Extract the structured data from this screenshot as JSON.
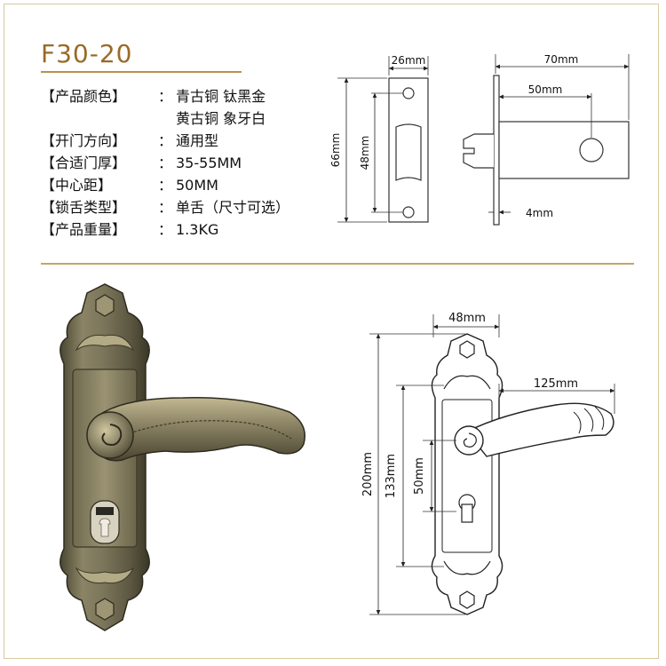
{
  "product_code": "F30-20",
  "specs": [
    {
      "label": "【产品颜色】",
      "colon": "：",
      "value": "青古铜 钛黑金",
      "continuation": "黄古铜 象牙白"
    },
    {
      "label": "【开门方向】",
      "colon": "：",
      "value": "通用型"
    },
    {
      "label": "【合适门厚】",
      "colon": "：",
      "value": "35-55MM"
    },
    {
      "label": "【中心距】",
      "colon": "：",
      "value": "50MM"
    },
    {
      "label": "【锁舌类型】",
      "colon": "：",
      "value": "单舌（尺寸可选）"
    },
    {
      "label": "【产品重量】",
      "colon": "：",
      "value": "1.3KG"
    }
  ],
  "latch_diagram": {
    "faceplate_width": "26mm",
    "faceplate_height": "66mm",
    "faceplate_inner": "48mm",
    "total_length": "70mm",
    "backset": "50mm",
    "plate_thickness": "4mm"
  },
  "handle_diagram": {
    "plate_width": "48mm",
    "lever_length": "125mm",
    "total_height": "200mm",
    "screw_spacing": "133mm",
    "center_distance": "50mm"
  },
  "colors": {
    "accent": "#9a6a26",
    "rule": "#b8914c",
    "bronze_dark": "#3e3b2a",
    "bronze_mid": "#7b7358",
    "bronze_light": "#b7ad8a"
  }
}
